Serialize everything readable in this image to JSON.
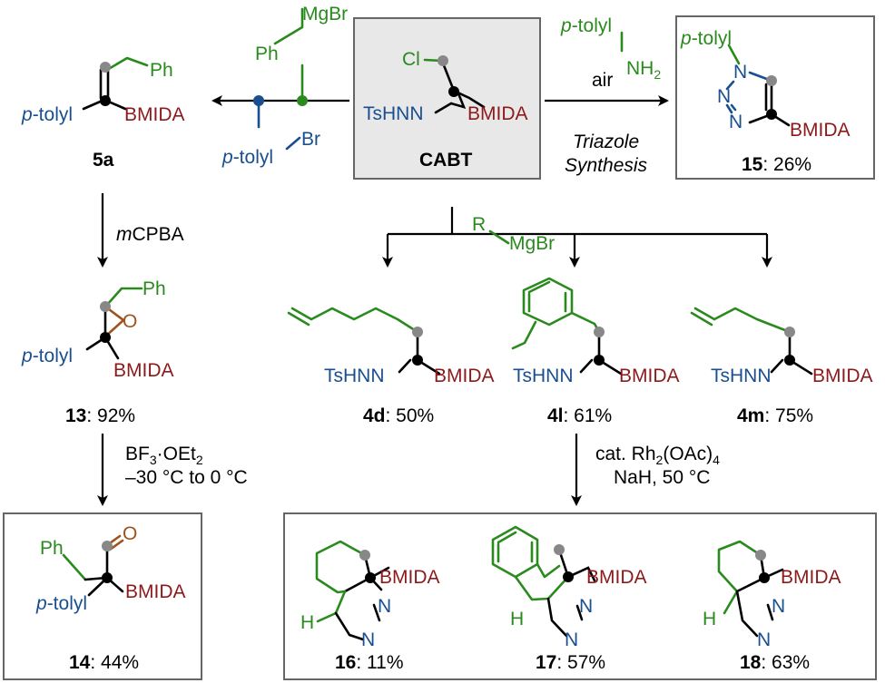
{
  "reagents": {
    "mgbr": "MgBr",
    "ph": "Ph",
    "ptolyl": "p-tolyl",
    "br": "Br",
    "air": "air",
    "nh2": "NH",
    "nh2_sub": "2",
    "triazole": "Triazole",
    "synthesis": "Synthesis",
    "mcpba_m": "m",
    "mcpba": "CPBA",
    "r": "R",
    "bf3": "BF",
    "bf3_sub": "3",
    "oet2": "·OEt",
    "oet2_sub": "2",
    "temp": "–30 °C to 0 °C",
    "cat": "cat. Rh",
    "rh_sub": "2",
    "oac": "(OAc)",
    "oac_sub": "4",
    "nah": "NaH, 50 °C"
  },
  "atoms": {
    "cl": "Cl",
    "tshnn": "TsHNN",
    "bmida": "BMIDA",
    "ptolyl": "p-tolyl",
    "p_prefix": "p",
    "tolyl_suffix": "-tolyl",
    "ph": "Ph",
    "o": "O",
    "n": "N",
    "h": "H"
  },
  "compounds": {
    "cabt": "CABT",
    "c5a": "5a",
    "c15": "15",
    "c15_yield": ": 26%",
    "c13": "13",
    "c13_yield": ": 92%",
    "c14": "14",
    "c14_yield": ": 44%",
    "c4d": "4d",
    "c4d_yield": ": 50%",
    "c4l": "4l",
    "c4l_yield": ": 61%",
    "c4m": "4m",
    "c4m_yield": ": 75%",
    "c16": "16",
    "c16_yield": ": 11%",
    "c17": "17",
    "c17_yield": ": 57%",
    "c18": "18",
    "c18_yield": ": 63%"
  },
  "colors": {
    "blue": "#1a4f8f",
    "red": "#8c1a1a",
    "green": "#2a8a1e",
    "brown": "#a0521d",
    "dot_grey": "#888888"
  }
}
